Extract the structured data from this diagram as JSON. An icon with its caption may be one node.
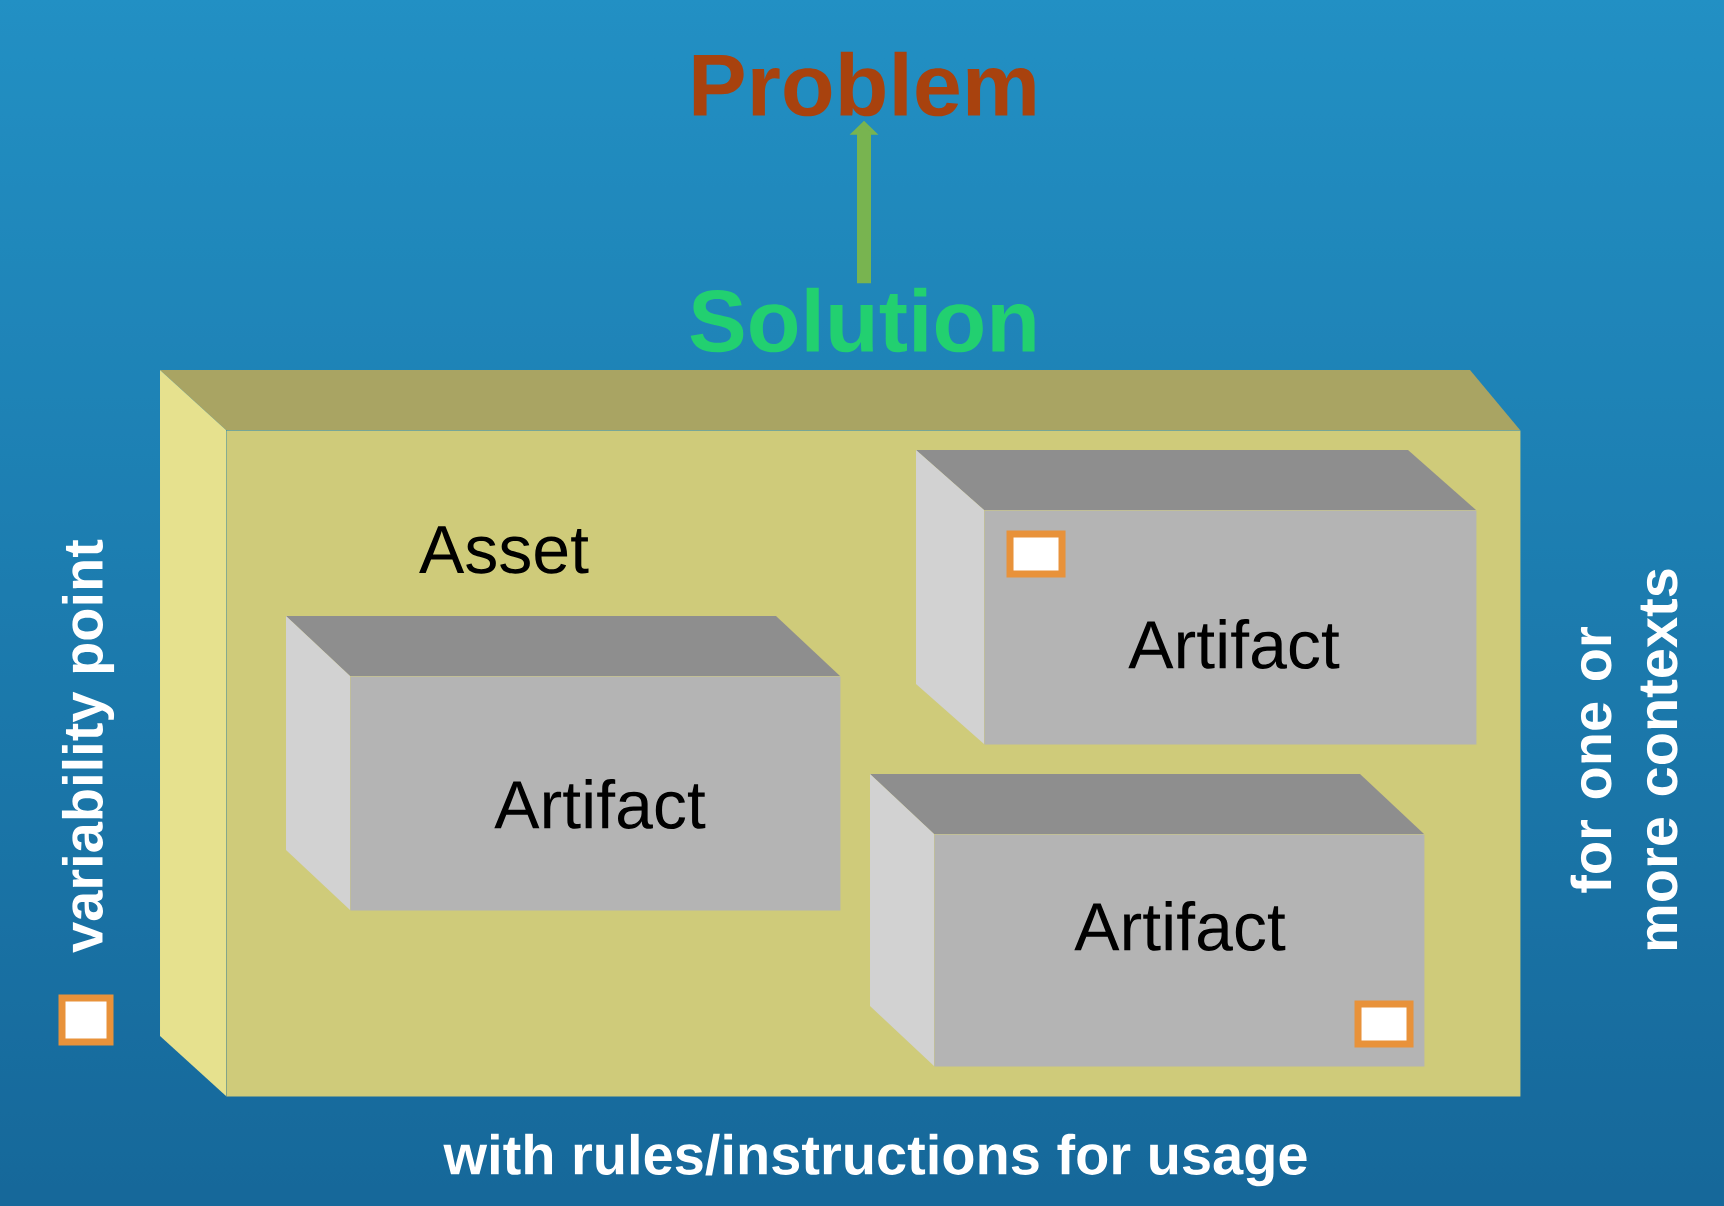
{
  "diagram": {
    "nodes": [
      {
        "text": [
          "Problem"
        ]
      },
      {
        "text": [
          "Solution"
        ]
      },
      {
        "text": [
          "Asset"
        ]
      },
      {
        "text": [
          "Artifact"
        ],
        "in": 2
      },
      {
        "text": [
          "Artifact"
        ],
        "in": 2
      },
      {
        "text": [
          "Artifact"
        ],
        "in": 2
      }
    ],
    "edges": [
      {
        "from": 1,
        "to": 0,
        "arrow": "to"
      }
    ],
    "labels": [
      "for one or more contexts",
      "with rules/instructions for usage"
    ],
    "legend": [
      {
        "text": "variability point"
      }
    ]
  }
}
